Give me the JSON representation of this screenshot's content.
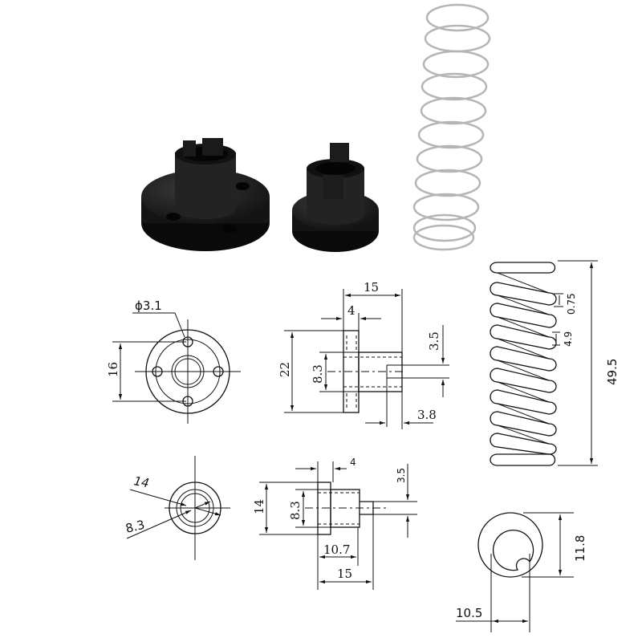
{
  "product_photos": {
    "flange_nut_label": "flange-nut-photo",
    "round_nut_label": "round-nut-photo",
    "spring_label": "spring-photo"
  },
  "flange_nut_front": {
    "hole_diameter": "ϕ3.1",
    "bolt_circle": "16"
  },
  "flange_nut_side": {
    "total_length": "15",
    "flange_thickness": "4",
    "flange_diameter": "22",
    "bore": "8.3",
    "slot_width": "3.5",
    "slot_depth": "3.8"
  },
  "round_nut_front": {
    "outer": "14",
    "bore": "8.3"
  },
  "round_nut_side": {
    "flange_thickness": "4",
    "diameter": "14",
    "bore": "8.3",
    "slot_width": "3.5",
    "body_length": "10.7",
    "total_length": "15"
  },
  "spring_side": {
    "wire": "0.75",
    "pitch": "4.9",
    "free_length": "49.5"
  },
  "spring_end": {
    "outer": "11.8",
    "inner": "10.5"
  },
  "colors": {
    "line": "#111111",
    "part": "#141414",
    "spring": "#b5b5b5"
  }
}
